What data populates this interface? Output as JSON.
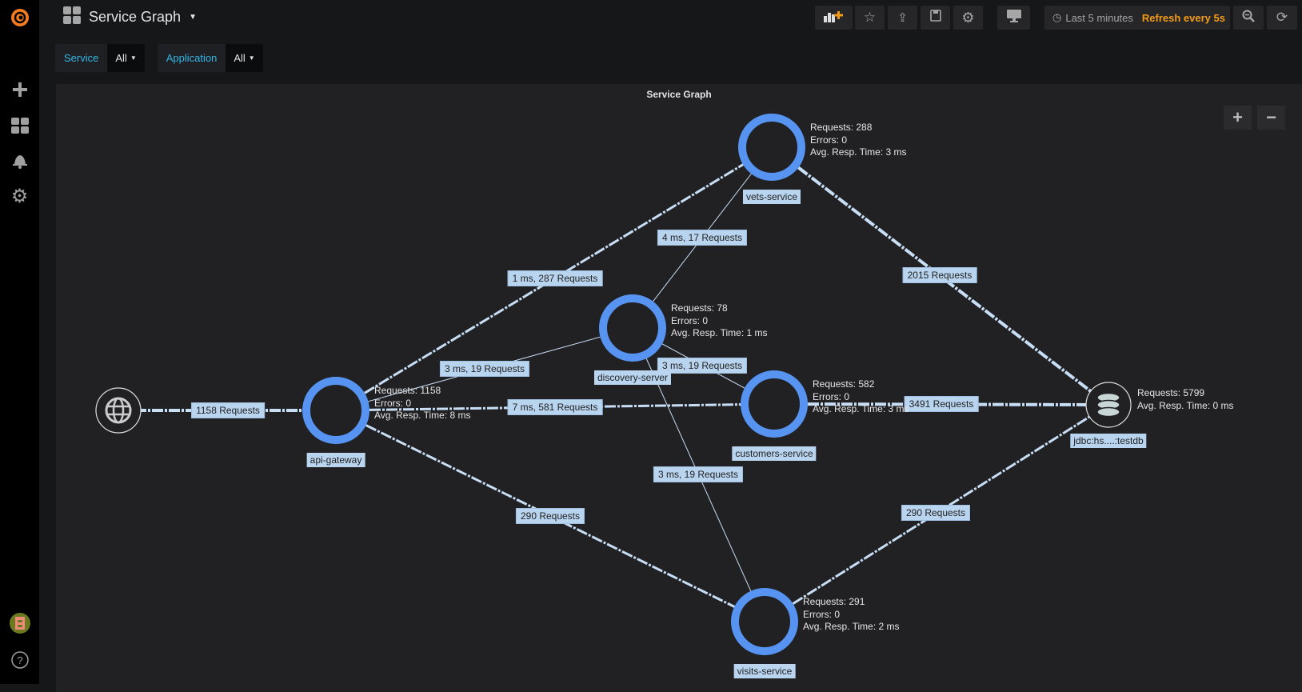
{
  "header": {
    "dashboard_title": "Service Graph",
    "time_range": "Last 5 minutes",
    "refresh": "Refresh every 5s"
  },
  "variables": [
    {
      "label": "Service",
      "value": "All"
    },
    {
      "label": "Application",
      "value": "All"
    }
  ],
  "panel": {
    "title": "Service Graph",
    "zoom_in": "+",
    "zoom_out": "−"
  },
  "colors": {
    "node_ring": "#5794f2",
    "edge": "#c7def5",
    "label_bg": "#b8d4ef",
    "refresh": "#f29b1b",
    "var_label": "#33b5e5"
  },
  "nodes": [
    {
      "id": "internet",
      "type": "external",
      "icon": "globe-icon"
    },
    {
      "id": "api-gateway",
      "name": "api-gateway",
      "stats": [
        "Requests: 1158",
        "Errors: 0",
        "Avg. Resp. Time: 8 ms"
      ]
    },
    {
      "id": "discovery-server",
      "name": "discovery-server",
      "stats": [
        "Requests: 78",
        "Errors: 0",
        "Avg. Resp. Time: 1 ms"
      ]
    },
    {
      "id": "vets-service",
      "name": "vets-service",
      "stats": [
        "Requests: 288",
        "Errors: 0",
        "Avg. Resp. Time: 3 ms"
      ]
    },
    {
      "id": "customers-service",
      "name": "customers-service",
      "stats": [
        "Requests: 582",
        "Errors: 0",
        "Avg. Resp. Time: 3 ms"
      ]
    },
    {
      "id": "visits-service",
      "name": "visits-service",
      "stats": [
        "Requests: 291",
        "Errors: 0",
        "Avg. Resp. Time: 2 ms"
      ]
    },
    {
      "id": "db",
      "type": "database",
      "icon": "database-icon",
      "name": "jdbc:hs....:testdb",
      "stats": [
        "Requests: 5799",
        "Avg. Resp. Time: 0 ms"
      ]
    }
  ],
  "edges": [
    {
      "from": "internet",
      "to": "api-gateway",
      "label": "1158 Requests"
    },
    {
      "from": "api-gateway",
      "to": "vets-service",
      "label": "1 ms, 287 Requests"
    },
    {
      "from": "discovery-server",
      "to": "vets-service",
      "label": "4 ms, 17 Requests"
    },
    {
      "from": "vets-service",
      "to": "db",
      "label": "2015 Requests"
    },
    {
      "from": "api-gateway",
      "to": "discovery-server",
      "label": "3 ms, 19 Requests"
    },
    {
      "from": "discovery-server",
      "to": "customers-service",
      "label": "3 ms, 19 Requests"
    },
    {
      "from": "api-gateway",
      "to": "customers-service",
      "label": "7 ms, 581 Requests"
    },
    {
      "from": "customers-service",
      "to": "db",
      "label": "3491 Requests"
    },
    {
      "from": "discovery-server",
      "to": "visits-service",
      "label": "3 ms, 19 Requests"
    },
    {
      "from": "api-gateway",
      "to": "visits-service",
      "label": "290 Requests"
    },
    {
      "from": "visits-service",
      "to": "db",
      "label": "290 Requests"
    }
  ]
}
